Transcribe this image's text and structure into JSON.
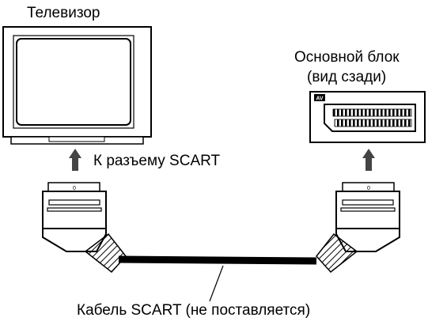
{
  "labels": {
    "tv": "Телевизор",
    "main_unit_line1": "Основной блок",
    "main_unit_line2": "(вид сзади)",
    "to_scart": "К разъему SCART",
    "cable": "Кабель SCART (не поставляется)",
    "av_badge": "AV",
    "plug_mark": "0"
  },
  "colors": {
    "line": "#000000",
    "fill": "#ffffff",
    "cable": "#000000",
    "arrow": "#444444"
  }
}
